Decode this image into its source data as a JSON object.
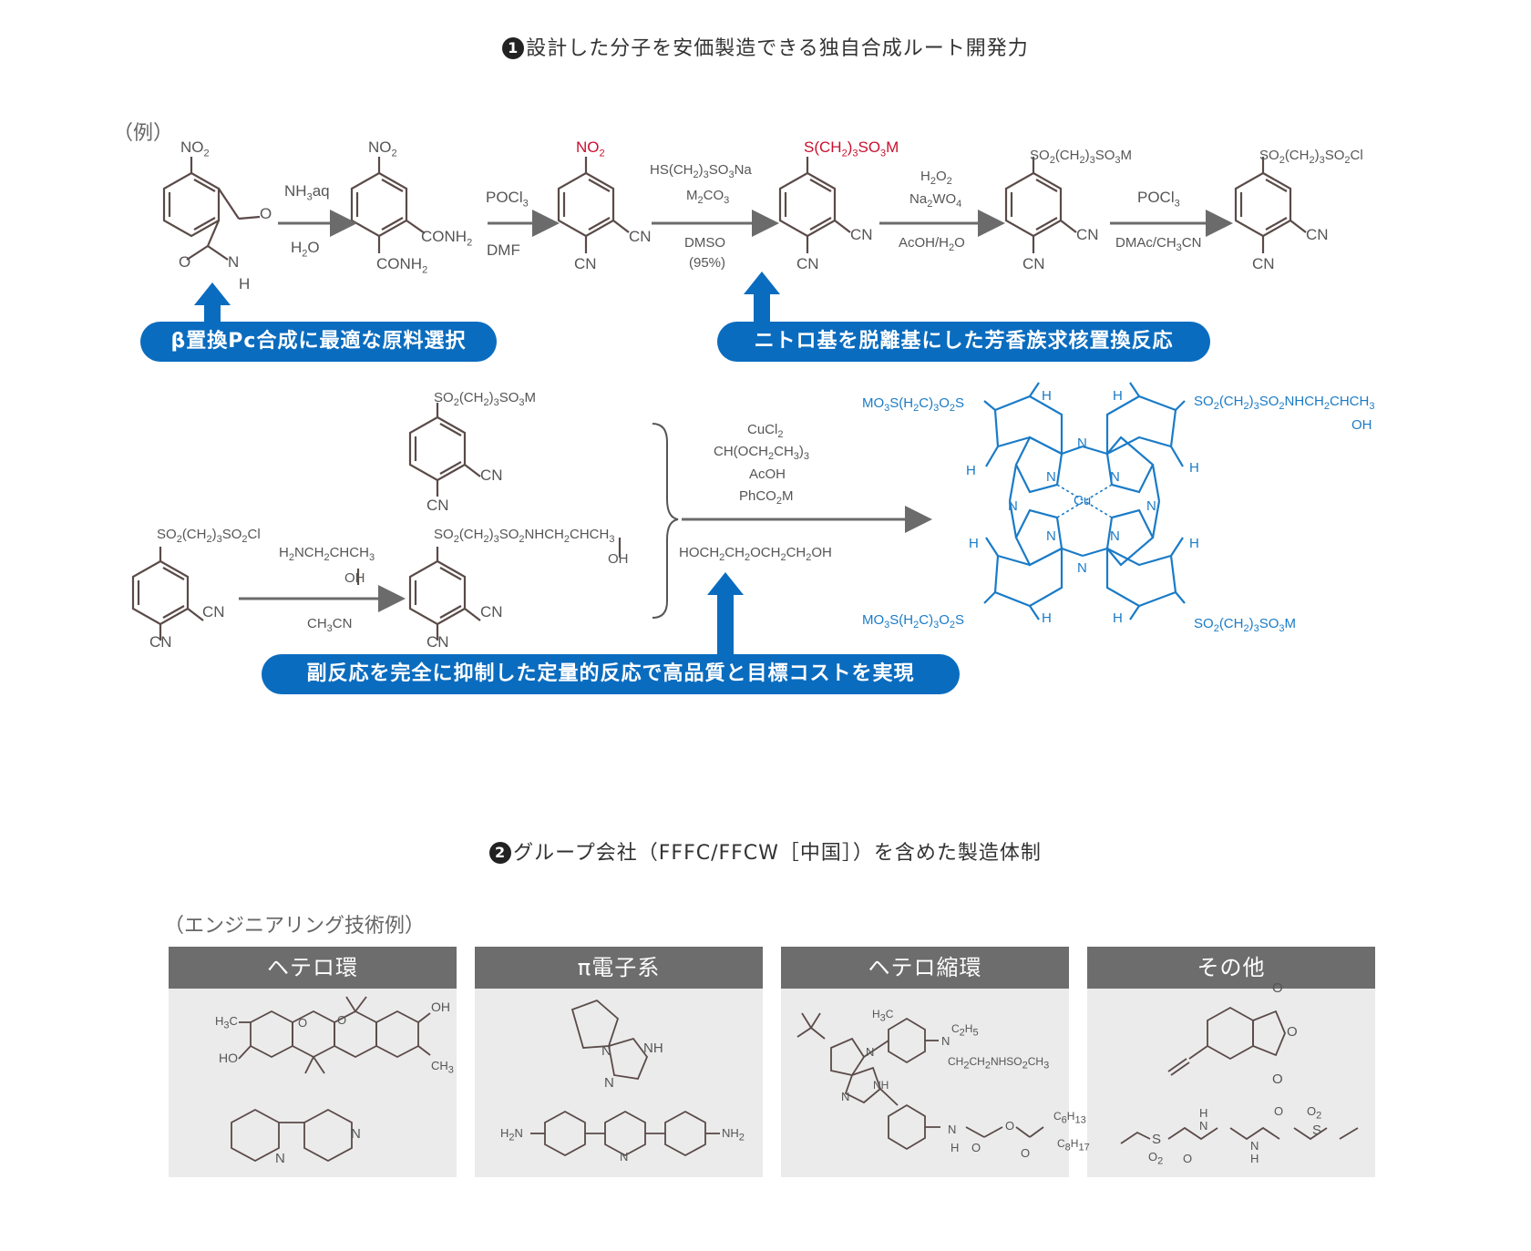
{
  "section1": {
    "number": "1",
    "title": "設計した分子を安価製造できる独自合成ルート開発力"
  },
  "example_label": "（例）",
  "row1": {
    "c1_top": "NO",
    "c1_top_sub": "2",
    "c1_o1": "O",
    "c1_o2": "O",
    "c1_n": "N",
    "c1_h": "H",
    "r1_top": "NH",
    "r1_top_sub": "3",
    "r1_top_end": "aq",
    "r1_bot": "H",
    "r1_bot_sub": "2",
    "r1_bot_end": "O",
    "c2_top": "NO",
    "c2_top_sub": "2",
    "c2_right": "CONH",
    "c2_right_sub": "2",
    "c2_bot": "CONH",
    "c2_bot_sub": "2",
    "r2_top": "POCl",
    "r2_top_sub": "3",
    "r2_bot": "DMF",
    "c3_top": "NO",
    "c3_top_sub": "2",
    "c3_cn1": "CN",
    "c3_cn2": "CN",
    "r3_l1": "HS(CH",
    "r3_l1_s1": "2",
    "r3_l1_m": ")",
    "r3_l1_s2": "3",
    "r3_l1_e": "SO",
    "r3_l1_s3": "3",
    "r3_l1_f": "Na",
    "r3_l2": "M",
    "r3_l2_s1": "2",
    "r3_l2_e": "CO",
    "r3_l2_s2": "3",
    "r3_l3": "DMSO",
    "r3_l4": "(95%)",
    "c4_top": "S(CH",
    "c4_top_s1": "2",
    "c4_top_m": ")",
    "c4_top_s2": "3",
    "c4_top_e": "SO",
    "c4_top_s3": "3",
    "c4_top_f": "M",
    "c4_cn1": "CN",
    "c4_cn2": "CN",
    "r4_l1": "H",
    "r4_l1_s": "2",
    "r4_l1_e": "O",
    "r4_l1_s2": "2",
    "r4_l2": "Na",
    "r4_l2_s": "2",
    "r4_l2_e": "WO",
    "r4_l2_s2": "4",
    "r4_l3": "AcOH/H",
    "r4_l3_s": "2",
    "r4_l3_e": "O",
    "c5_top": "SO",
    "c5_top_s1": "2",
    "c5_top_m": "(CH",
    "c5_top_s2": "2",
    "c5_top_e": ")",
    "c5_top_s3": "3",
    "c5_top_f": "SO",
    "c5_top_s4": "3",
    "c5_top_g": "M",
    "c5_cn1": "CN",
    "c5_cn2": "CN",
    "r5_top": "POCl",
    "r5_top_sub": "3",
    "r5_bot": "DMAc/CH",
    "r5_bot_sub": "3",
    "r5_bot_end": "CN",
    "c6_top": "SO",
    "c6_top_s1": "2",
    "c6_top_m": "(CH",
    "c6_top_s2": "2",
    "c6_top_e": ")",
    "c6_top_s3": "3",
    "c6_top_f": "SO",
    "c6_top_s4": "2",
    "c6_top_g": "Cl",
    "c6_cn1": "CN",
    "c6_cn2": "CN"
  },
  "callouts": {
    "beta": "β置換Pc合成に最適な原料選択",
    "nitro": "ニトロ基を脱離基にした芳香族求核置換反応",
    "side": "副反応を完全に抑制した定量的反応で高品質と目標コストを実現"
  },
  "row2": {
    "a_top": "SO",
    "a_top_s1": "2",
    "a_top_m": "(CH",
    "a_top_s2": "2",
    "a_top_e": ")",
    "a_top_s3": "3",
    "a_top_f": "SO",
    "a_top_s4": "3",
    "a_top_g": "M",
    "a_cn1": "CN",
    "a_cn2": "CN",
    "b_top": "SO",
    "b_top_s1": "2",
    "b_top_m": "(CH",
    "b_top_s2": "2",
    "b_top_e": ")",
    "b_top_s3": "3",
    "b_top_f": "SO",
    "b_top_s4": "2",
    "b_top_g": "Cl",
    "b_cn1": "CN",
    "b_cn2": "CN",
    "amine_l1": "H",
    "amine_l1_s": "2",
    "amine_l1_e": "NCH",
    "amine_l1_s2": "2",
    "amine_l1_f": "CHCH",
    "amine_l1_s3": "3",
    "amine_oh": "OH",
    "amine_solv": "CH",
    "amine_solv_s": "3",
    "amine_solv_e": "CN",
    "c_top": "SO",
    "c_top_s1": "2",
    "c_top_m": "(CH",
    "c_top_s2": "2",
    "c_top_e": ")",
    "c_top_s3": "3",
    "c_top_f": "SO",
    "c_top_s4": "2",
    "c_top_g": "NHCH",
    "c_top_s5": "2",
    "c_top_h": "CHCH",
    "c_top_s6": "3",
    "c_oh": "OH",
    "c_cn1": "CN",
    "c_cn2": "CN",
    "cond1": "CuCl",
    "cond1_s": "2",
    "cond2": "CH(OCH",
    "cond2_s1": "2",
    "cond2_m": "CH",
    "cond2_s2": "3",
    "cond2_e": ")",
    "cond2_s3": "3",
    "cond3": "AcOH",
    "cond4": "PhCO",
    "cond4_s": "2",
    "cond4_e": "M",
    "cond5": "HOCH",
    "cond5_s1": "2",
    "cond5_m": "CH",
    "cond5_s2": "2",
    "cond5_e": "OCH",
    "cond5_s3": "2",
    "cond5_f": "CH",
    "cond5_s4": "2",
    "cond5_g": "OH"
  },
  "pc": {
    "tl": "MO",
    "tl_s1": "3",
    "tl_m": "S(H",
    "tl_s2": "2",
    "tl_e": "C)",
    "tl_s3": "3",
    "tl_f": "O",
    "tl_s4": "2",
    "tl_g": "S",
    "tr": "SO",
    "tr_s1": "2",
    "tr_m": "(CH",
    "tr_s2": "2",
    "tr_e": ")",
    "tr_s3": "3",
    "tr_f": "SO",
    "tr_s4": "2",
    "tr_g": "NHCH",
    "tr_s5": "2",
    "tr_h": "CHCH",
    "tr_s6": "3",
    "tr_oh": "OH",
    "bl": "MO",
    "bl_s1": "3",
    "bl_m": "S(H",
    "bl_s2": "2",
    "bl_e": "C)",
    "bl_s3": "3",
    "bl_f": "O",
    "bl_s4": "2",
    "bl_g": "S",
    "br": "SO",
    "br_s1": "2",
    "br_m": "(CH",
    "br_s2": "2",
    "br_e": ")",
    "br_s3": "3",
    "br_f": "SO",
    "br_s4": "3",
    "br_g": "M",
    "h": "H",
    "n": "N",
    "cu": "Cu"
  },
  "section2": {
    "number": "2",
    "title": "グループ会社（FFFC/FFCW［中国］）を含めた製造体制"
  },
  "engineering_label": "（エンジニアリング技術例）",
  "cards": [
    {
      "title": "ヘテロ環"
    },
    {
      "title": "π電子系"
    },
    {
      "title": "ヘテロ縮環"
    },
    {
      "title": "その他"
    }
  ],
  "card_atoms": {
    "h3c": "H",
    "h3c_s": "3",
    "h3c_e": "C",
    "ho": "HO",
    "oh": "OH",
    "ch3": "CH",
    "ch3_s": "3",
    "o": "O",
    "n": "N",
    "nh": "NH",
    "h2n": "H",
    "h2n_s": "2",
    "h2n_e": "N",
    "nh2": "NH",
    "nh2_s": "2",
    "c2h5": "C",
    "c2h5_s1": "2",
    "c2h5_e": "H",
    "c2h5_s2": "5",
    "sidechain": "CH",
    "sc_s1": "2",
    "sc_m": "CH",
    "sc_s2": "2",
    "sc_e": "NHSO",
    "sc_s3": "2",
    "sc_f": "CH",
    "sc_s4": "3",
    "c6h13": "C",
    "c6h13_s1": "6",
    "c6h13_e": "H",
    "c6h13_s2": "13",
    "c8h17": "C",
    "c8h17_s1": "8",
    "c8h17_e": "H",
    "c8h17_s2": "17",
    "h": "H",
    "s": "S",
    "o2": "O",
    "o2_s": "2"
  },
  "colors": {
    "blue": "#0a6cbf",
    "structure_blue": "#1a7bc7",
    "red": "#c8102e",
    "card_header": "#6d6d6d",
    "card_body": "#ebebeb"
  }
}
